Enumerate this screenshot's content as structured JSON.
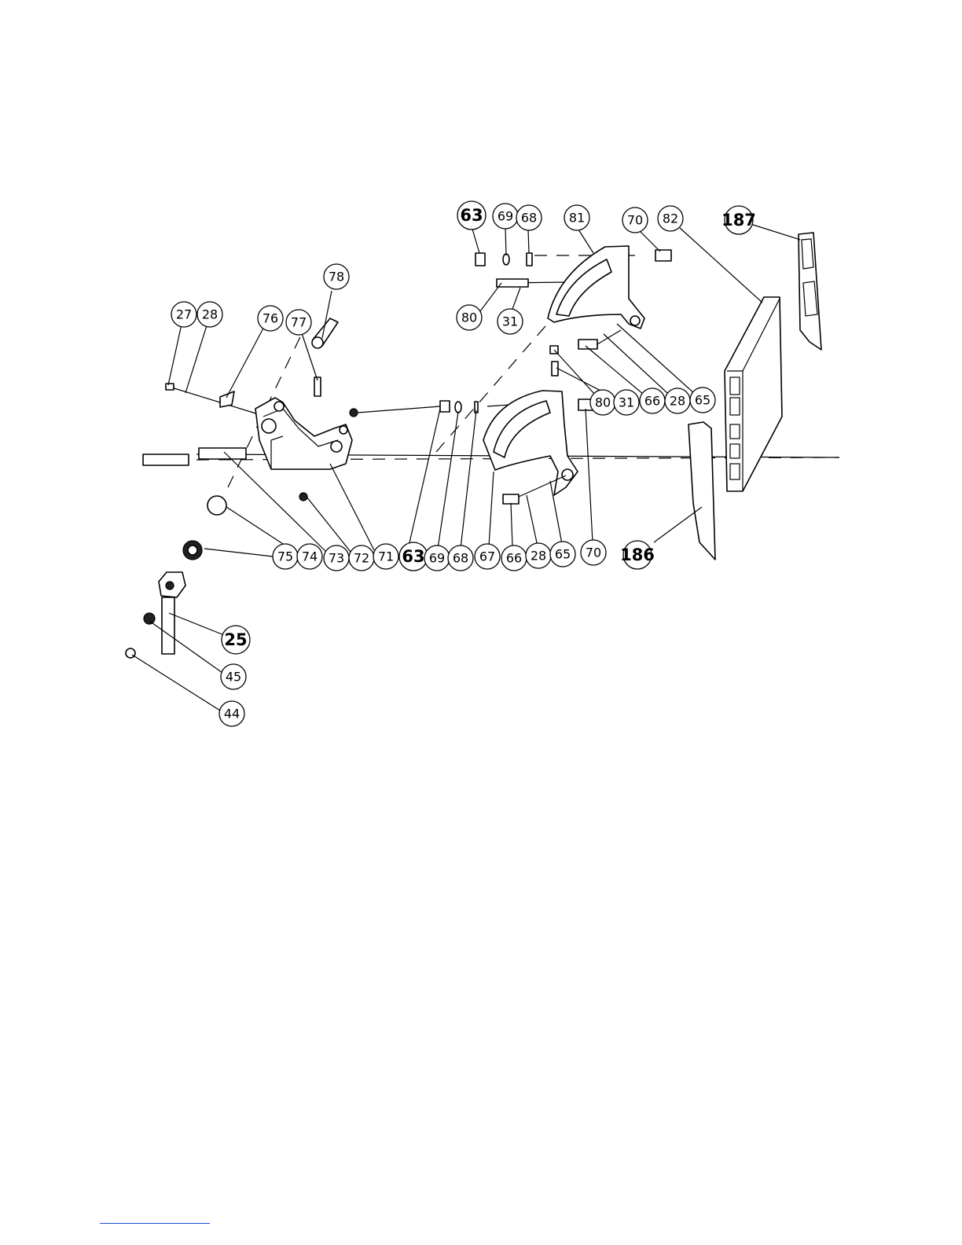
{
  "diagram": {
    "callouts": [
      "63",
      "69",
      "68",
      "81",
      "70",
      "82",
      "187",
      "78",
      "27",
      "28",
      "76",
      "77",
      "80",
      "31",
      "80",
      "31",
      "66",
      "28",
      "65",
      "75",
      "74",
      "73",
      "72",
      "71",
      "63",
      "69",
      "68",
      "67",
      "66",
      "28",
      "65",
      "70",
      "186",
      "25",
      "45",
      "44"
    ]
  }
}
